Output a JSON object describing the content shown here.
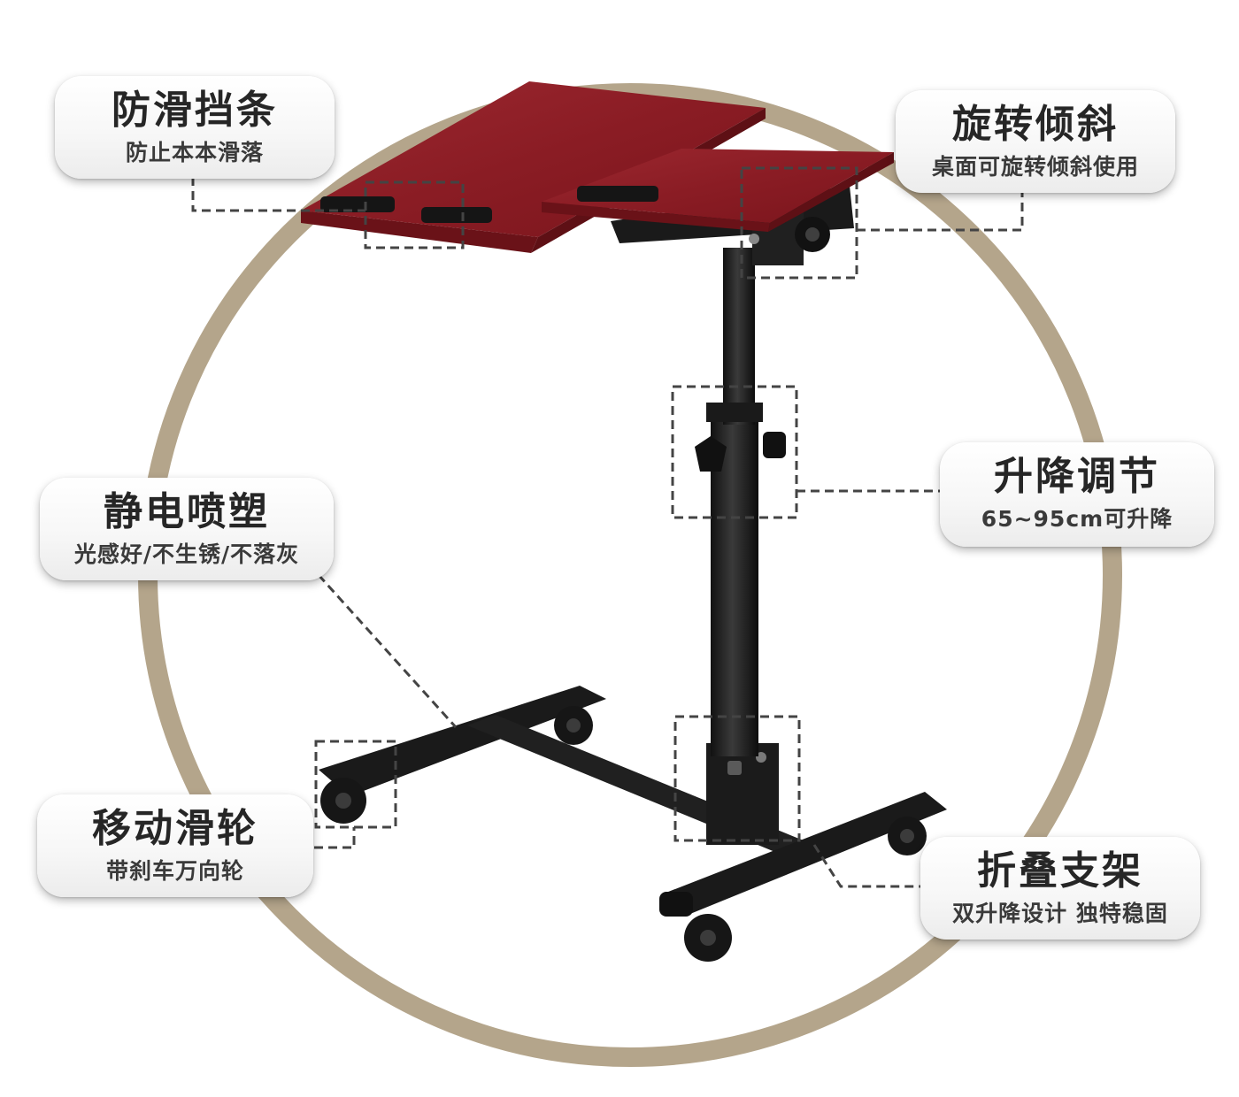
{
  "callouts": {
    "anti_slip": {
      "title": "防滑挡条",
      "subtitle": "防止本本滑落"
    },
    "rotate_tilt": {
      "title": "旋转倾斜",
      "subtitle": "桌面可旋转倾斜使用"
    },
    "height_adjust": {
      "title": "升降调节",
      "subtitle": "65~95cm可升降"
    },
    "powder_coat": {
      "title": "静电喷塑",
      "subtitle": "光感好/不生锈/不落灰"
    },
    "casters": {
      "title": "移动滑轮",
      "subtitle": "带刹车万向轮"
    },
    "folding_frame": {
      "title": "折叠支架",
      "subtitle": "双升降设计 独特稳固"
    }
  },
  "colors": {
    "ring": "#b4a58b",
    "tabletop": "#8e1d24",
    "tabletop_edge": "#6a1218",
    "frame": "#1c1c1c",
    "dashed_line": "#444444"
  }
}
